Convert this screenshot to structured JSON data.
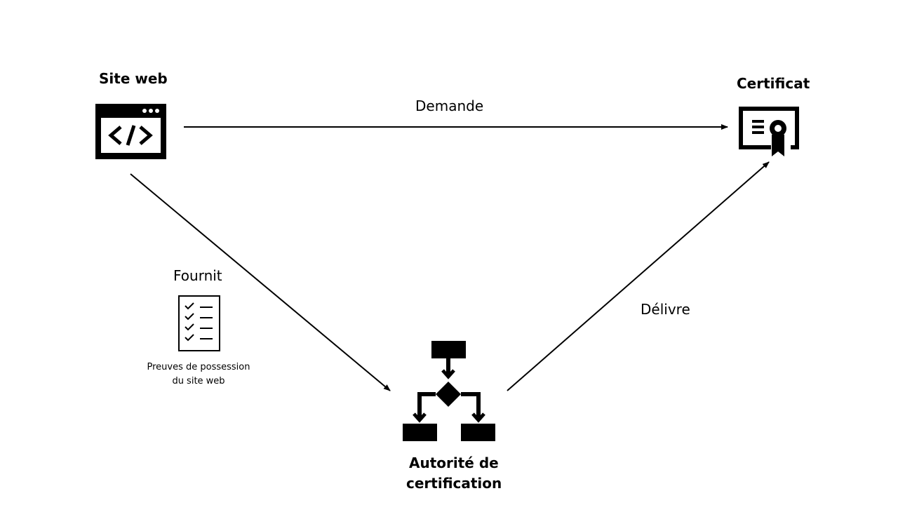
{
  "nodes": {
    "website": {
      "label": "Site web",
      "icon": "code-window-icon"
    },
    "certificate": {
      "label": "Certificat",
      "icon": "certificate-icon"
    },
    "authority": {
      "label_line1": "Autorité de",
      "label_line2": "certification",
      "icon": "flowchart-icon"
    }
  },
  "edges": {
    "request": {
      "label": "Demande"
    },
    "provides": {
      "label": "Fournit"
    },
    "delivers": {
      "label": "Délivre"
    }
  },
  "proof": {
    "icon": "checklist-icon",
    "line1": "Preuves de possession",
    "line2": "du site web"
  }
}
